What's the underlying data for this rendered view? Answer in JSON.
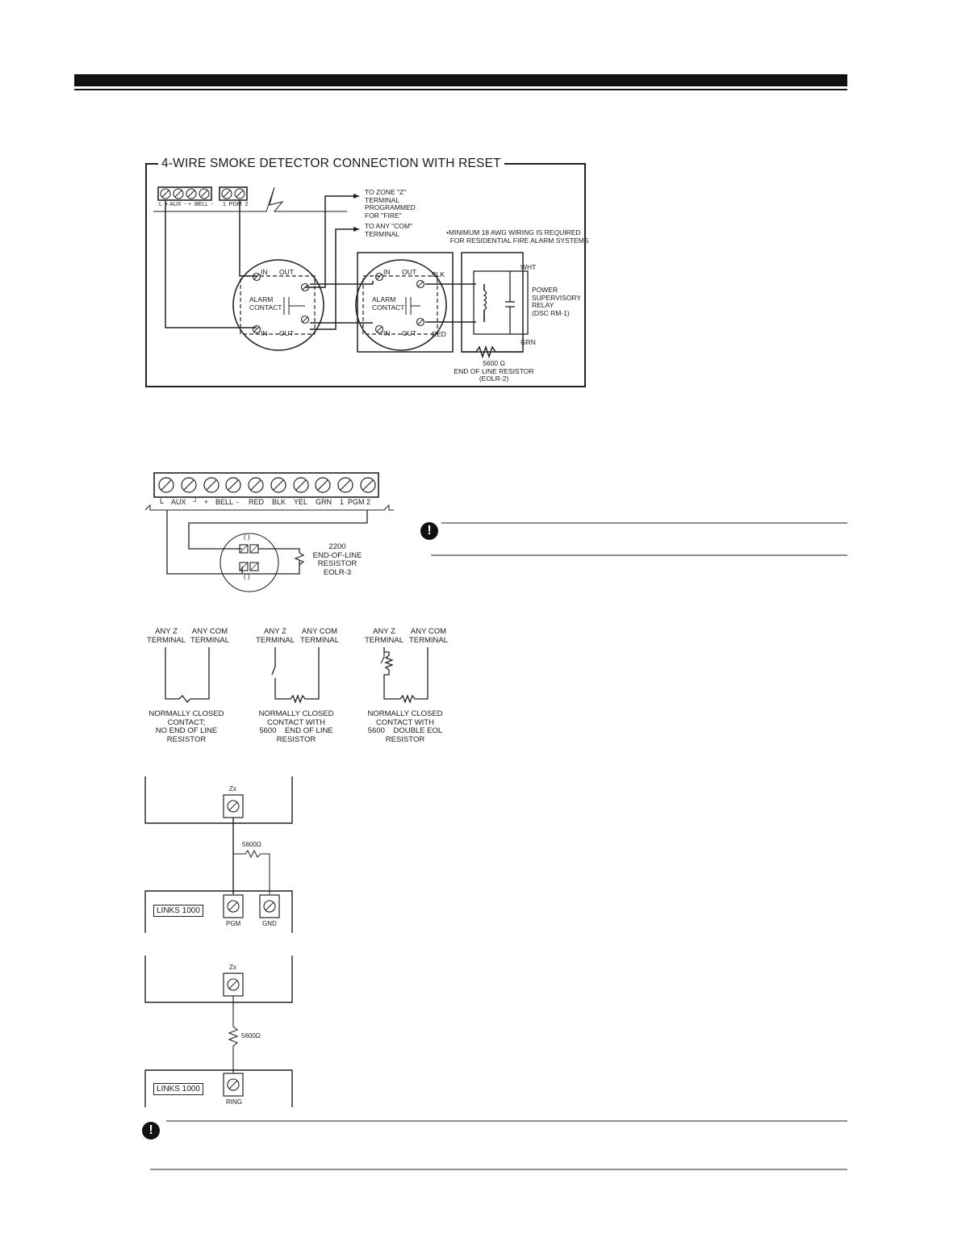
{
  "figure1": {
    "title": "4-WIRE SMOKE DETECTOR CONNECTION WITH RESET",
    "panel_labels": {
      "aux": "L  + AUX  -",
      "bell": "+  BELL  -",
      "pgm": "1  PGM  2"
    },
    "zone_note": "TO ZONE \"Z\"\nTERMINAL\nPROGRAMMED\nFOR \"FIRE\"",
    "com_note": "TO ANY \"COM\"\nTERMINAL",
    "wiring_note": "•MINIMUM 18 AWG WIRING IS REQUIRED\n  FOR RESIDENTIAL FIRE ALARM SYSTEMS",
    "det_in": "IN",
    "det_out": "OUT",
    "alarm_contact": "ALARM\nCONTACT",
    "blk": "BLK",
    "red": "RED",
    "wht": "WHT",
    "grn": "GRN",
    "relay": "POWER\nSUPERVISORY\nRELAY\n(DSC RM-1)",
    "resistor": "5600 Ω\nEND OF LINE RESISTOR\n(EOLR-2)"
  },
  "figure2": {
    "terminals": [
      "AUX",
      "+",
      "BELL",
      "-",
      "RED",
      "BLK",
      "YEL",
      "GRN",
      "1",
      "PGM",
      "2"
    ],
    "bracket_l": "L",
    "bracket_r": "┘",
    "resistor": "2200\nEND-OF-LINE\nRESISTOR\nEOLR-3",
    "socket_top": "( )",
    "socket_bottom": "( )"
  },
  "caution1_icon": "!",
  "figure3": [
    {
      "z": "ANY Z\nTERMINAL",
      "com": "ANY COM\nTERMINAL",
      "caption": "NORMALLY CLOSED\nCONTACT;\nNO END OF LINE\nRESISTOR"
    },
    {
      "z": "ANY Z\nTERMINAL",
      "com": "ANY COM\nTERMINAL",
      "caption": "NORMALLY CLOSED\nCONTACT WITH\n5600    END OF LINE\nRESISTOR"
    },
    {
      "z": "ANY Z\nTERMINAL",
      "com": "ANY COM\nTERMINAL",
      "caption": "NORMALLY CLOSED\nCONTACT WITH\n5600    DOUBLE EOL\nRESISTOR"
    }
  ],
  "figure4": {
    "zx": "Zx",
    "resistor": "5600Ω",
    "device": "LINKS 1000",
    "pgm": "PGM",
    "gnd": "GND"
  },
  "figure5": {
    "zx": "Zx",
    "resistor": "5600Ω",
    "device": "LINKS 1000",
    "ring": "RING"
  },
  "caution2_icon": "!"
}
